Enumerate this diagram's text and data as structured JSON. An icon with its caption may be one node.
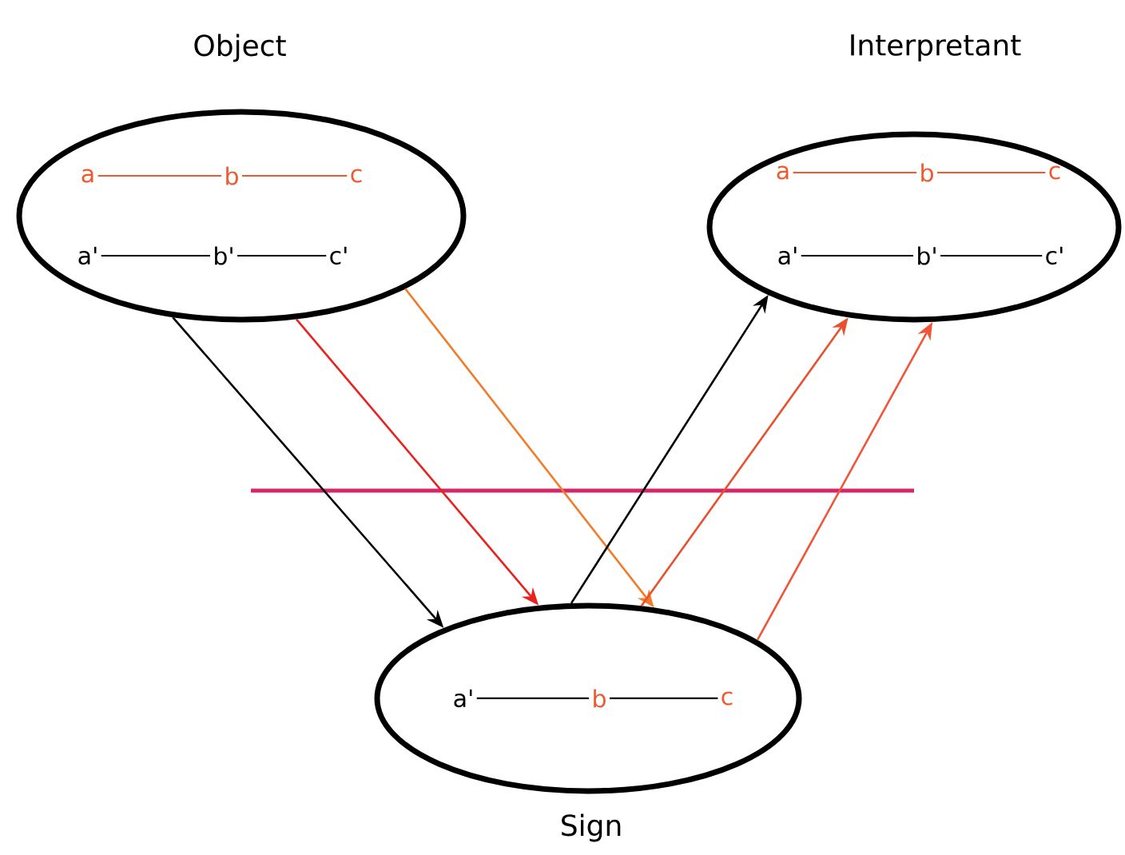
{
  "diagram": {
    "nodes": [
      {
        "text": [
          "Object"
        ]
      },
      {
        "text": [
          "a"
        ],
        "in": 0
      },
      {
        "text": [
          "b"
        ],
        "in": 0
      },
      {
        "text": [
          "c"
        ],
        "in": 0
      },
      {
        "text": [
          "a'"
        ],
        "in": 0
      },
      {
        "text": [
          "b'"
        ],
        "in": 0
      },
      {
        "text": [
          "c'"
        ],
        "in": 0
      },
      {
        "text": [
          "Interpretant"
        ]
      },
      {
        "text": [
          "a"
        ],
        "in": 7
      },
      {
        "text": [
          "b"
        ],
        "in": 7
      },
      {
        "text": [
          "c"
        ],
        "in": 7
      },
      {
        "text": [
          "a'"
        ],
        "in": 7
      },
      {
        "text": [
          "b'"
        ],
        "in": 7
      },
      {
        "text": [
          "c'"
        ],
        "in": 7
      },
      {
        "text": [
          "Sign"
        ]
      },
      {
        "text": [
          "a'"
        ],
        "in": 14
      },
      {
        "text": [
          "b"
        ],
        "in": 14
      },
      {
        "text": [
          "c"
        ],
        "in": 14
      }
    ],
    "edges": [
      {
        "from": 1,
        "to": 2,
        "arrow": "none",
        "color": "#ee5a30"
      },
      {
        "from": 2,
        "to": 3,
        "arrow": "none",
        "color": "#ee5a30"
      },
      {
        "from": 4,
        "to": 5,
        "arrow": "none"
      },
      {
        "from": 5,
        "to": 6,
        "arrow": "none"
      },
      {
        "from": 8,
        "to": 9,
        "arrow": "none",
        "color": "#ee5a30"
      },
      {
        "from": 9,
        "to": 10,
        "arrow": "none",
        "color": "#ee5a30"
      },
      {
        "from": 11,
        "to": 12,
        "arrow": "none"
      },
      {
        "from": 12,
        "to": 13,
        "arrow": "none"
      },
      {
        "from": 15,
        "to": 16,
        "arrow": "none"
      },
      {
        "from": 16,
        "to": 17,
        "arrow": "none"
      },
      {
        "from": 0,
        "to": 14,
        "arrow": "to"
      },
      {
        "from": 0,
        "to": 14,
        "arrow": "to",
        "color": "#e8231f"
      },
      {
        "from": 0,
        "to": 14,
        "arrow": "to",
        "color": "#f07d2b"
      },
      {
        "from": 14,
        "to": 7,
        "arrow": "to"
      },
      {
        "from": 14,
        "to": 7,
        "arrow": "to",
        "color": "#e8502e"
      },
      {
        "from": 14,
        "to": 7,
        "arrow": "to",
        "color": "#f0553a"
      }
    ]
  }
}
